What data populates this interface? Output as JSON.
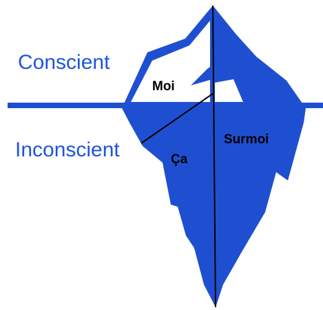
{
  "colors": {
    "ice": "#1f4fd1",
    "text_blue": "#1f55d6",
    "line": "#000000",
    "background": "#ffffff"
  },
  "regions": {
    "conscious": "Conscient",
    "unconscious": "Inconscient"
  },
  "parts": {
    "ego": "Moi",
    "id": "Ça",
    "superego": "Surmoi"
  }
}
